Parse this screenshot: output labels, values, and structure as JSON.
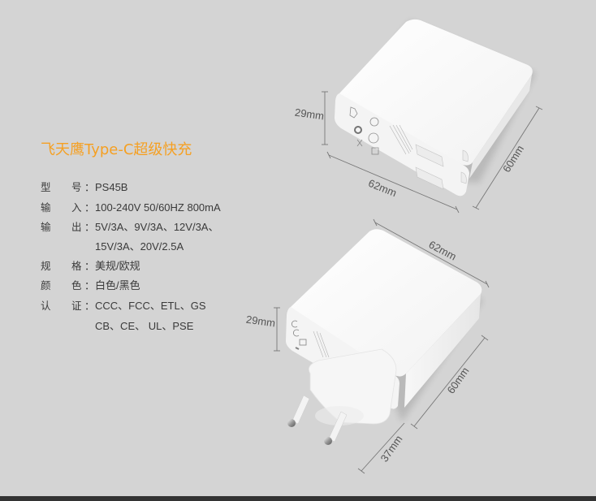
{
  "title": "飞天鹰Type-C超级快充",
  "colors": {
    "accent": "#f5a023",
    "background": "#d4d4d4",
    "text": "#3a3a3a",
    "bottom_bar": "#333333"
  },
  "specs": [
    {
      "k1": "型",
      "k2": "号",
      "value": "PS45B"
    },
    {
      "k1": "输",
      "k2": "入",
      "value": "100-240V 50/60HZ 800mA"
    },
    {
      "k1": "输",
      "k2": "出",
      "value": "5V/3A、9V/3A、12V/3A、"
    },
    {
      "k1": "",
      "k2": "",
      "value": "15V/3A、20V/2.5A"
    },
    {
      "k1": "规",
      "k2": "格",
      "value": "美规/欧规"
    },
    {
      "k1": "颜",
      "k2": "色",
      "value": "白色/黑色"
    },
    {
      "k1": "认",
      "k2": "证",
      "value": "CCC、FCC、ETL、GS"
    },
    {
      "k1": "",
      "k2": "",
      "value": "CB、CE、 UL、PSE"
    }
  ],
  "colon": "：",
  "product_top": {
    "name": "US plug charger",
    "dimensions": {
      "height": "29mm",
      "length": "62mm",
      "width": "60mm"
    }
  },
  "product_bottom": {
    "name": "EU plug charger",
    "dimensions": {
      "length": "62mm",
      "height": "29mm",
      "width": "60mm",
      "plug": "37mm"
    }
  }
}
